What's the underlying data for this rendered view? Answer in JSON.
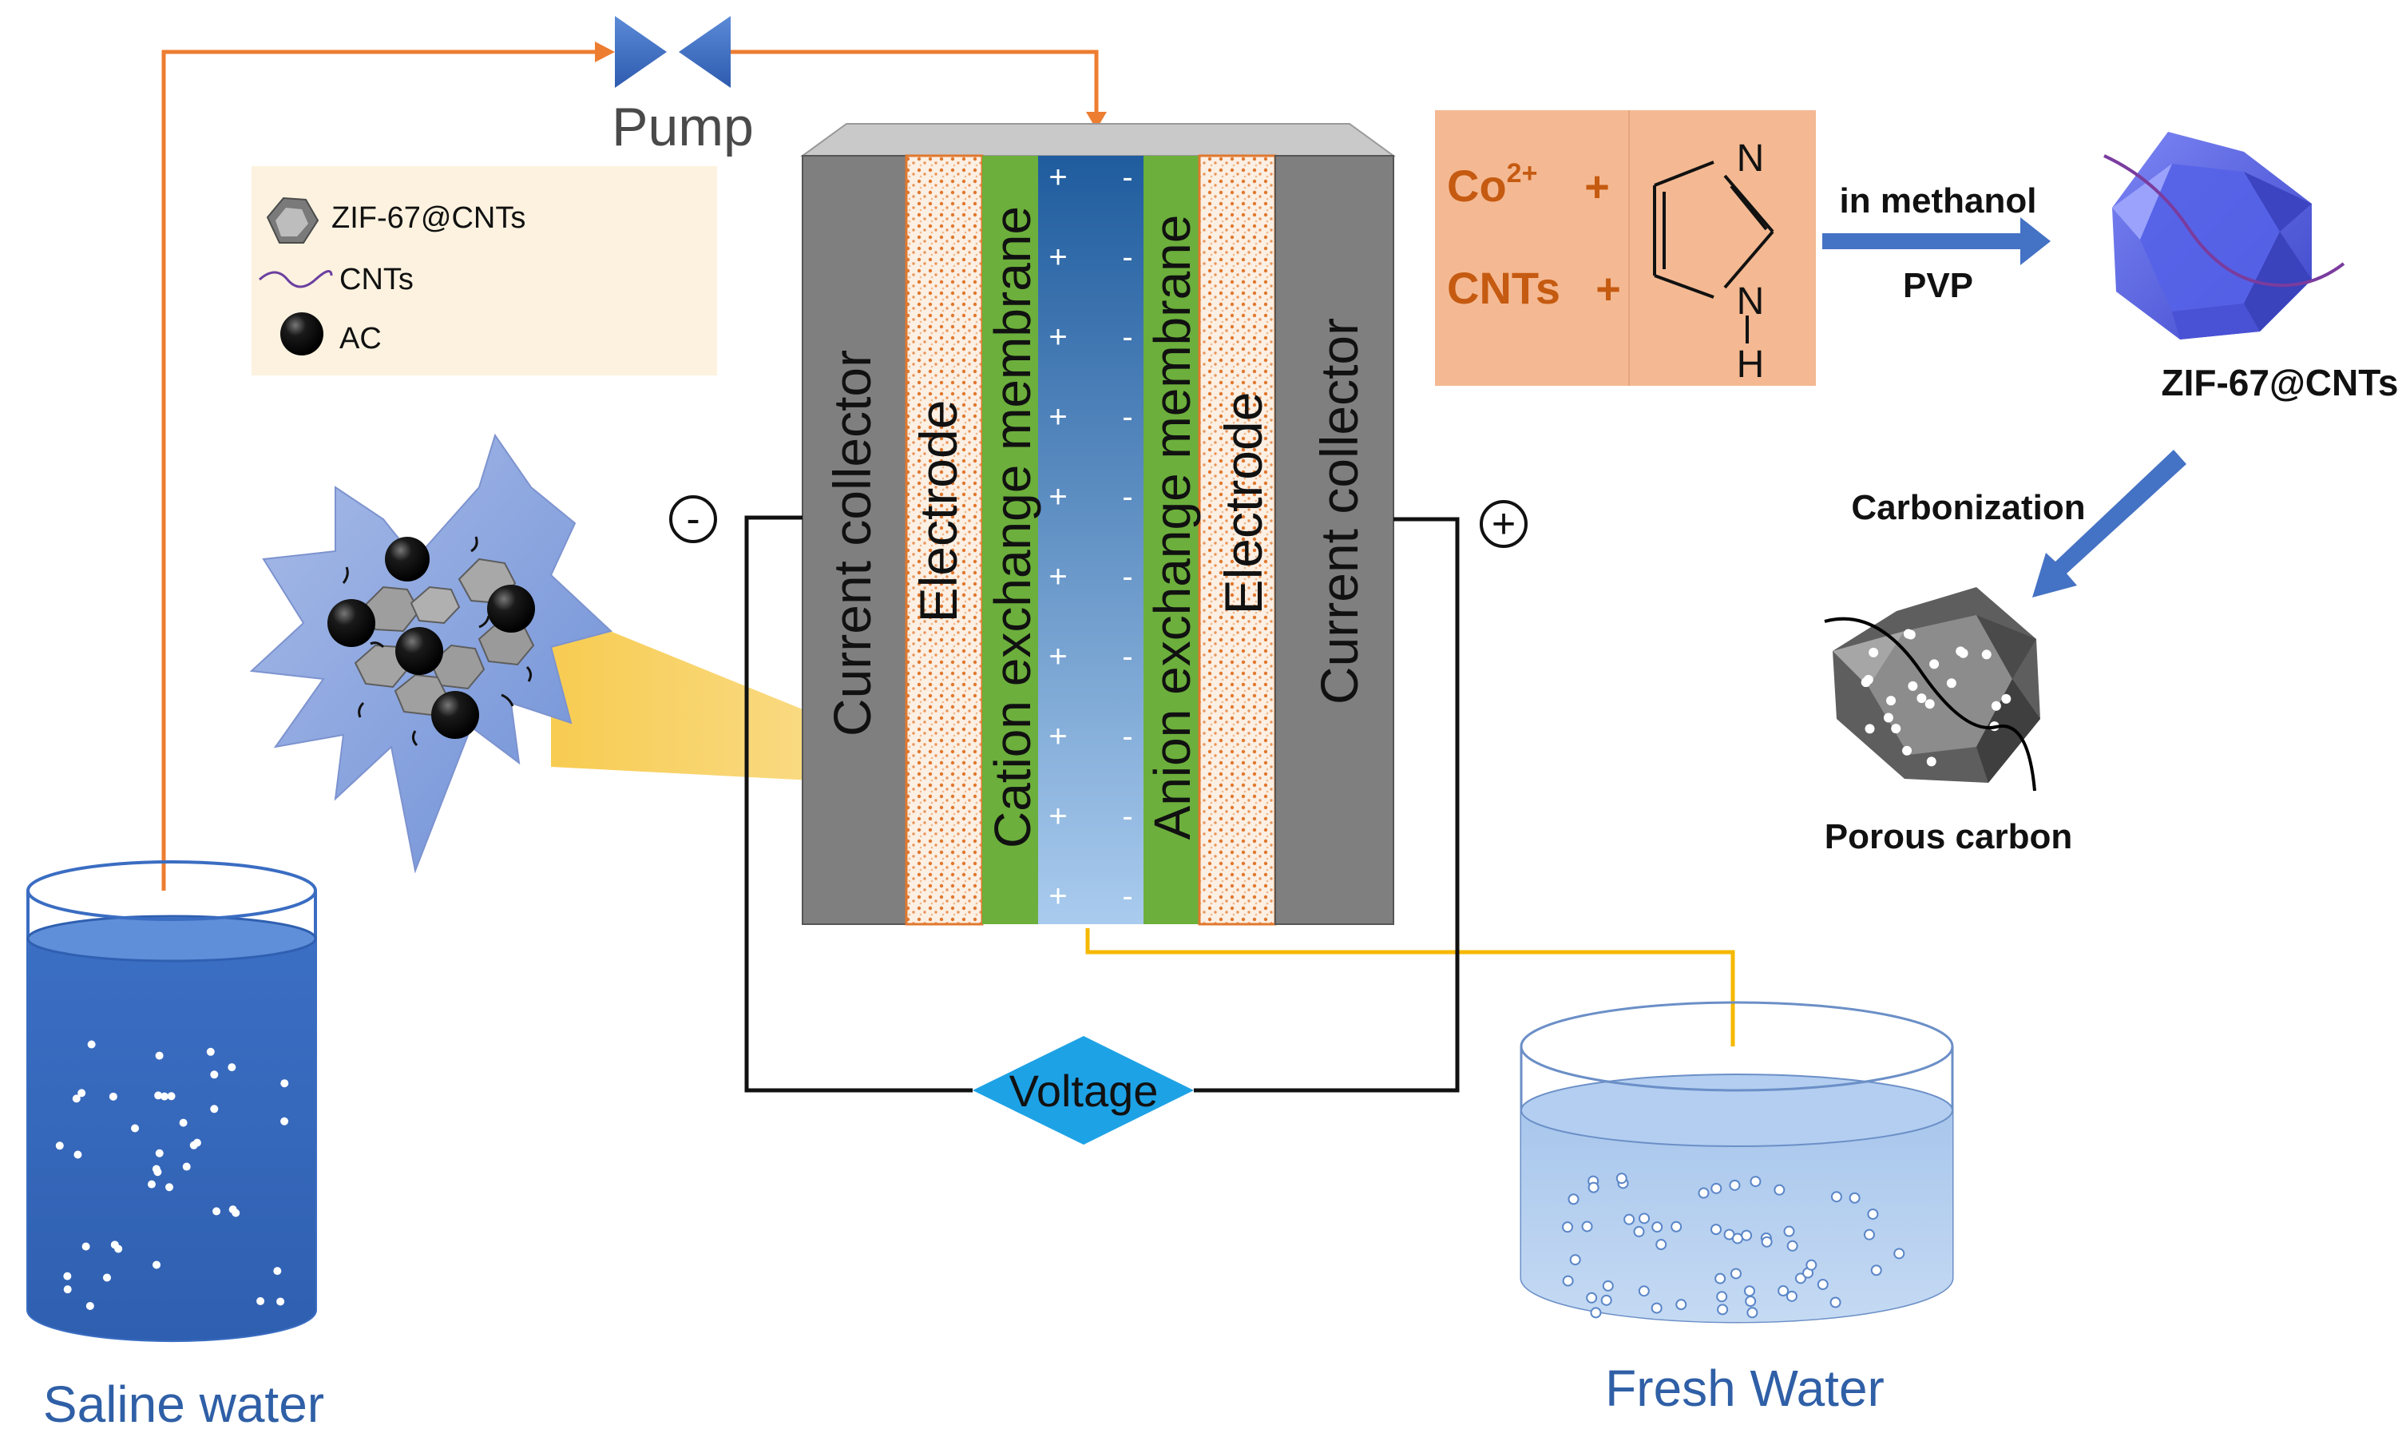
{
  "pump": {
    "label": "Pump"
  },
  "legend": {
    "items": [
      {
        "label": "ZIF-67@CNTs",
        "icon": "polyhedron-icon"
      },
      {
        "label": "CNTs",
        "icon": "wavy-line-icon"
      },
      {
        "label": "AC",
        "icon": "black-sphere-icon"
      }
    ]
  },
  "cell": {
    "left_collector": "Current collector",
    "left_electrode": "Electrode",
    "cation_membrane": "Cation exchange membrane",
    "anion_membrane": "Anion exchange membrane",
    "right_electrode": "Electrode",
    "right_collector": "Current collector",
    "negative_sign": "-",
    "positive_sign": "+",
    "voltage": "Voltage"
  },
  "synthesis": {
    "co_ion": "Co",
    "co_charge": "2+",
    "plus": "+",
    "cnts": "CNTs",
    "atom_n_top": "N",
    "atom_n_bottom": "N",
    "atom_h": "H",
    "condition_top": "in methanol",
    "condition_bottom": "PVP",
    "product": "ZIF-67@CNTs",
    "step": "Carbonization",
    "final_product": "Porous carbon"
  },
  "tanks": {
    "saline_label": "Saline water",
    "fresh_label": "Fresh Water"
  },
  "colors": {
    "flow_orange": "#ED7D31",
    "flow_yellow": "#F5B800",
    "membrane_green": "#6CAF3C",
    "collector_gray": "#7F7F7F",
    "electrode_dot": "#E0782E",
    "saline_blue": "#3A6DC2",
    "fresh_blue": "#A9C6EC",
    "label_blue": "#2F5FA6",
    "synthesis_box": "#F4B992",
    "synthesis_text": "#C55A11",
    "voltage_diamond": "#1EA2E6",
    "arrow_blue": "#4472C4"
  }
}
